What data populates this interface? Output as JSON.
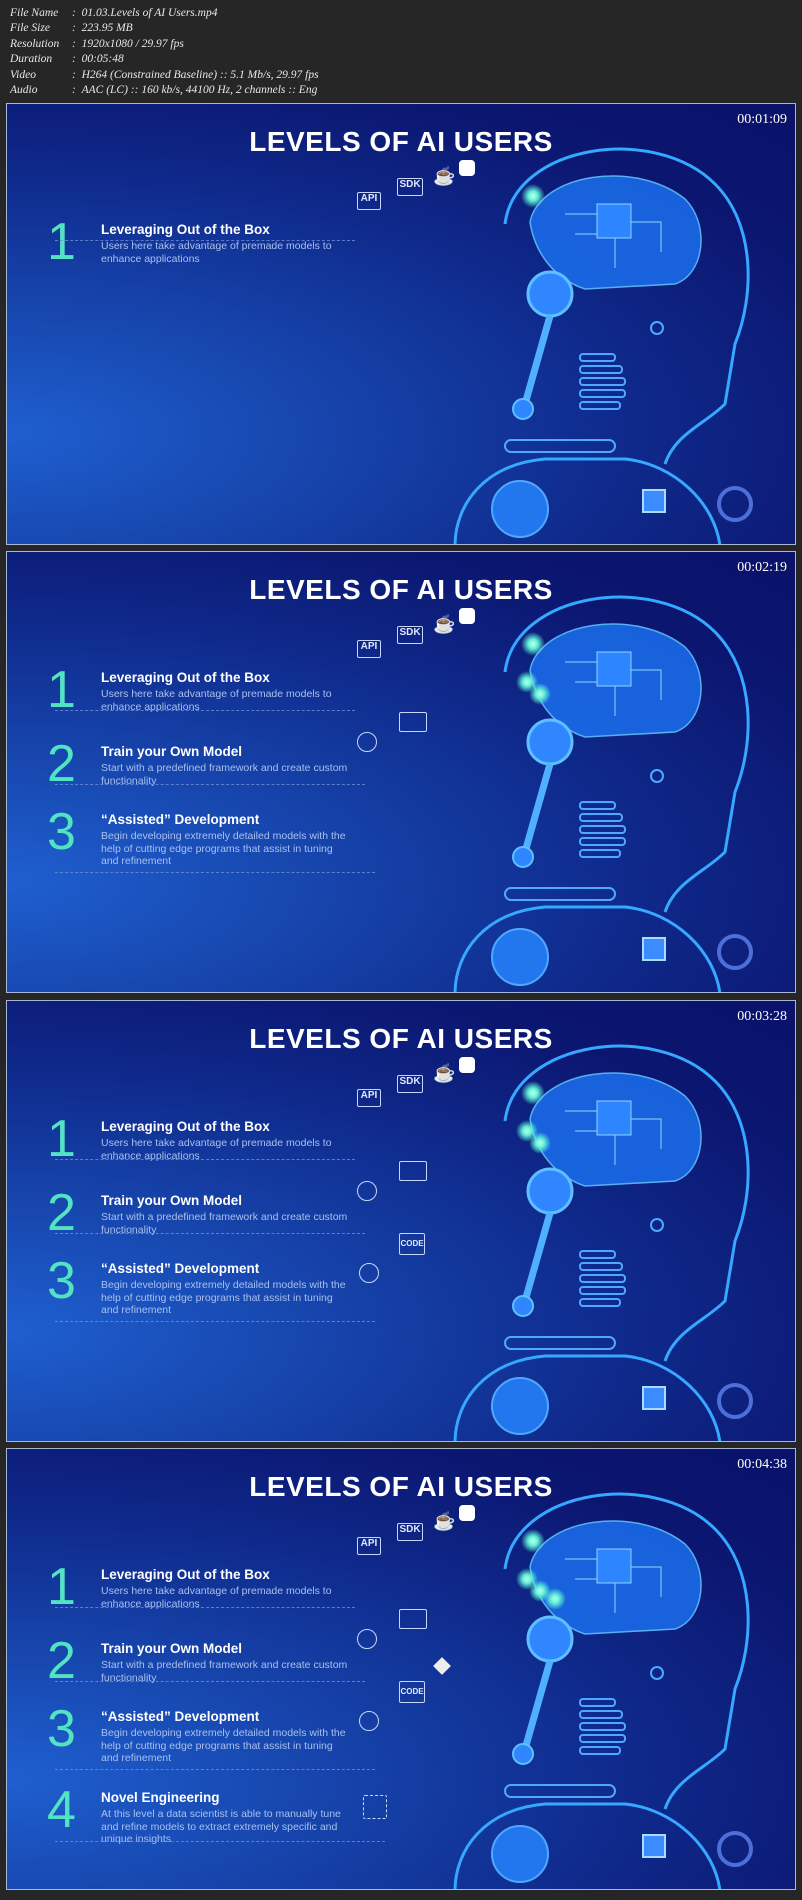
{
  "file_info": [
    {
      "key": "File Name",
      "value": "01.03.Levels of AI Users.mp4"
    },
    {
      "key": "File Size",
      "value": "223.95 MB"
    },
    {
      "key": "Resolution",
      "value": "1920x1080 / 29.97 fps"
    },
    {
      "key": "Duration",
      "value": "00:05:48"
    },
    {
      "key": "Video",
      "value": "H264 (Constrained Baseline) :: 5.1 Mb/s, 29.97 fps"
    },
    {
      "key": "Audio",
      "value": "AAC (LC) :: 160 kb/s, 44100 Hz, 2 channels :: Eng"
    }
  ],
  "slide_title": "LEVELS OF AI USERS",
  "levels": [
    {
      "number": "1",
      "heading": "Leveraging Out of the Box",
      "description": "Users here take advantage of premade models to enhance applications"
    },
    {
      "number": "2",
      "heading": "Train your Own Model",
      "description": "Start with a predefined framework and create custom functionality"
    },
    {
      "number": "3",
      "heading": "“Assisted” Development",
      "description": "Begin developing extremely detailed models with the help of cutting edge programs that assist in tuning and refinement"
    },
    {
      "number": "4",
      "heading": "Novel Engineering",
      "description": "At this level a data scientist is able to manually tune and refine models to extract extremely specific and unique insights"
    }
  ],
  "icon_labels": {
    "api": "API",
    "sdk": "SDK",
    "code": "CODE"
  },
  "frames": [
    {
      "timestamp": "00:01:09",
      "visible_levels": 1
    },
    {
      "timestamp": "00:02:19",
      "visible_levels": 3
    },
    {
      "timestamp": "00:03:28",
      "visible_levels": 3
    },
    {
      "timestamp": "00:04:38",
      "visible_levels": 4
    }
  ],
  "colors": {
    "accent": "#52e3c2",
    "background": "#0f2a8c",
    "glow": "#7ff5e0"
  }
}
